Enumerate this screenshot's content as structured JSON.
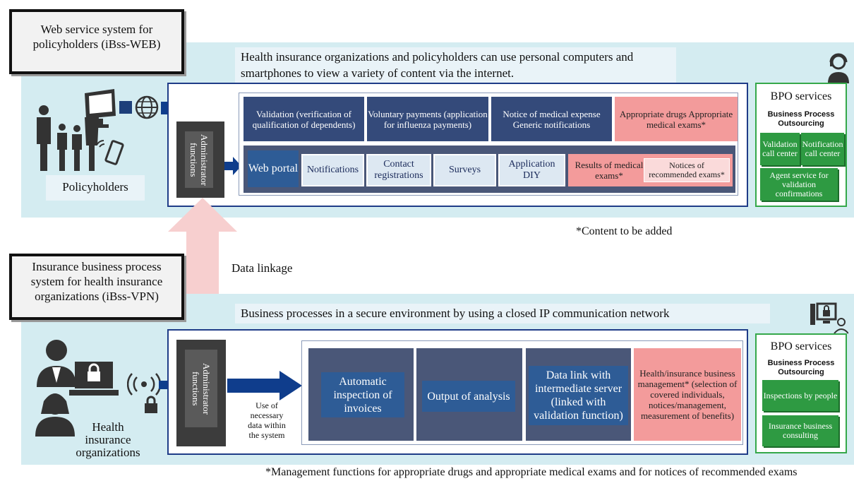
{
  "top": {
    "title": "Web service system for policyholders (iBss-WEB)",
    "banner": "Health insurance organizations and policyholders can use personal computers and smartphones to view a variety of content via the internet.",
    "policyholders_label": "Policyholders",
    "admin_label": "Administrator functions",
    "row1": [
      "Validation (verification of qualification of dependents)",
      "Voluntary payments (application for influenza payments)",
      "Notice of medical expense Generic notifications",
      "Appropriate drugs Appropriate medical exams*"
    ],
    "web_portal": "Web portal",
    "row2": [
      "Notifications",
      "Contact registrations",
      "Surveys",
      "Application DIY"
    ],
    "results": "Results of medical exams*",
    "notices": "Notices of recommended exams*",
    "bpo_title": "BPO services",
    "bpo_sub": "Business Process Outsourcing",
    "bpo_items": [
      "Validation call center",
      "Notification call center",
      "Agent service for validation confirmations"
    ],
    "footnote": "*Content to be added"
  },
  "middle": {
    "data_linkage": "Data linkage"
  },
  "bottom": {
    "title": "Insurance business process system for health insurance organizations (iBss-VPN)",
    "banner": "Business processes in a secure environment by using a closed IP communication network",
    "org_label": "Health insurance organizations",
    "admin_label": "Administrator functions",
    "use_label": "Use of necessary data within the system",
    "modules": [
      "Automatic inspection of invoices",
      "Output of analysis",
      "Data link with intermediate server (linked with validation function)"
    ],
    "mgmt": "Health/insurance business management* (selection of covered individuals, notices/management, measurement of benefits)",
    "bpo_title": "BPO services",
    "bpo_sub": "Business Process Outsourcing",
    "bpo_items": [
      "Inspections by people",
      "Insurance business consulting"
    ],
    "footnote": "*Management functions for appropriate drugs and appropriate medical exams and for notices of recommended exams"
  },
  "icons": [
    "family-icon",
    "computer-monitor-icon",
    "globe-icon",
    "smartphone-icon",
    "headset-operator-icon",
    "office-workers-icon",
    "laptop-lock-icon",
    "wireless-signal-icon",
    "padlock-icon",
    "secure-pc-user-icon"
  ],
  "colors": {
    "band": "#d4ecf1",
    "frame": "#1f3c88",
    "module_dark": "#4a5778",
    "module_blue": "#2e5c96",
    "pink": "#f39b9b",
    "green": "#2e9a42"
  }
}
